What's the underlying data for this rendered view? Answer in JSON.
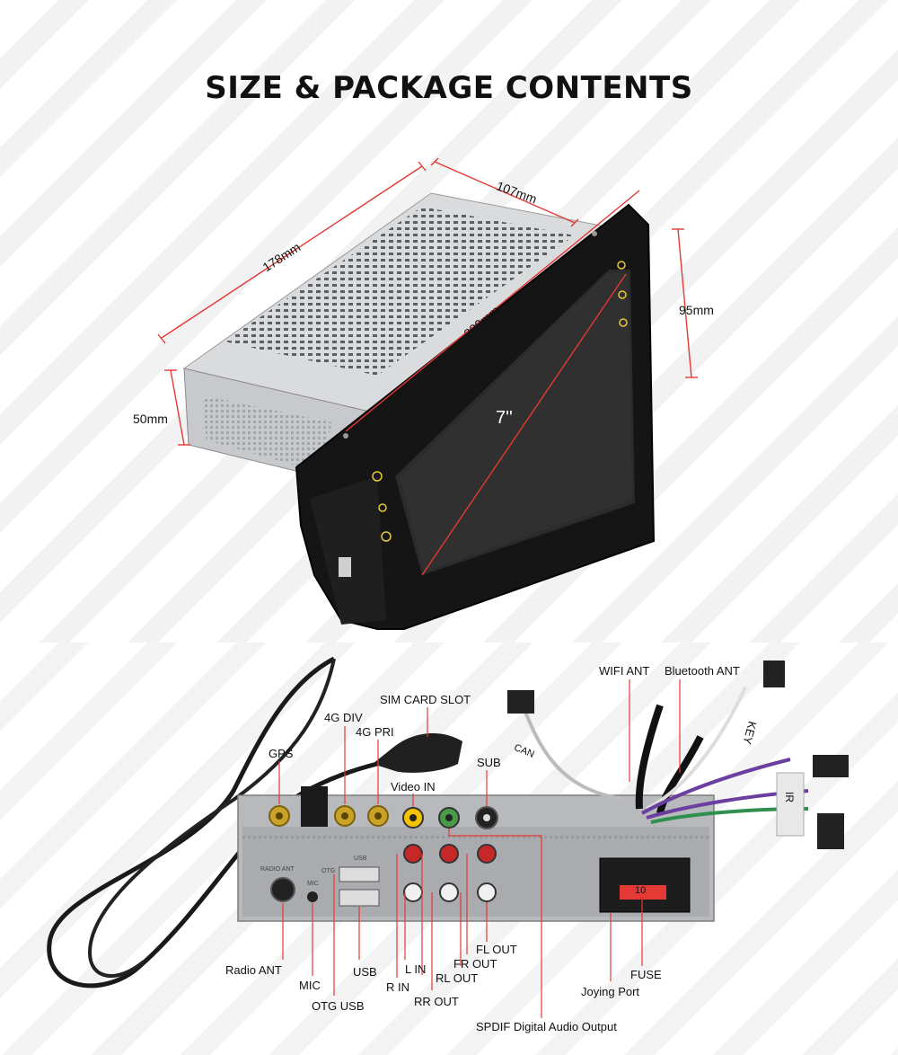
{
  "title": "SIZE & PACKAGE CONTENTS",
  "dimensions": {
    "depth": "178mm",
    "width_top": "107mm",
    "height_right": "95mm",
    "height_left": "50mm",
    "diagonal": "209mm",
    "screen": "7''"
  },
  "ports": {
    "sim_card_slot": "SIM CARD SLOT",
    "div_4g": "4G DIV",
    "pri_4g": "4G PRI",
    "gps": "GPS",
    "video_in": "Video IN",
    "sub": "SUB",
    "wifi_ant": "WIFI ANT",
    "bluetooth_ant": "Bluetooth ANT",
    "radio_ant": "Radio ANT",
    "mic": "MIC",
    "otg_usb": "OTG USB",
    "usb": "USB",
    "l_in": "L IN",
    "r_in": "R IN",
    "rr_out": "RR OUT",
    "rl_out": "RL OUT",
    "fr_out": "FR OUT",
    "fl_out": "FL OUT",
    "joying_port": "Joying Port",
    "fuse": "FUSE",
    "spdif": "SPDIF Digital Audio Output"
  },
  "cable_labels": {
    "can": "CAN",
    "key": "KEY",
    "ir": "IR"
  },
  "panel_print": {
    "radio_ant": "RADIO ANT",
    "usb": "USB",
    "otg": "OTG",
    "mic": "MIC",
    "fuse_value": "10"
  },
  "colors": {
    "dimension_line": "#e53935",
    "connector_gold": "#c9a227",
    "rca_red": "#c62828",
    "rca_white": "#f0f0f0",
    "video_yellow": "#f2c200",
    "fuse_red": "#e53935",
    "wire_purple": "#6a3fa0"
  }
}
